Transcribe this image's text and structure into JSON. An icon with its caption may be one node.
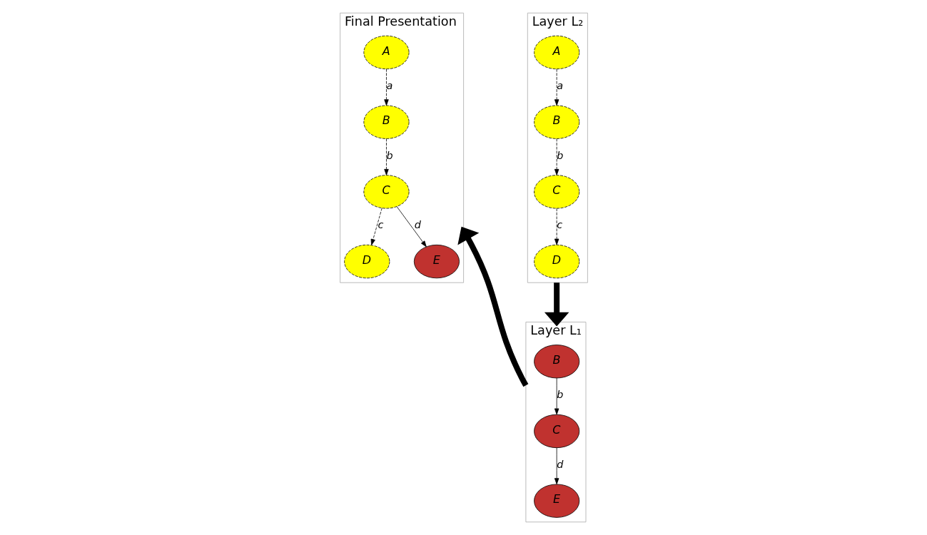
{
  "diagram": {
    "nodes": [
      {
        "text": [
          "Layer L₂"
        ]
      },
      {
        "text": [
          "D"
        ],
        "in": 0
      },
      {
        "text": [
          "A"
        ],
        "in": 0
      },
      {
        "text": [
          "C"
        ],
        "in": 0
      },
      {
        "text": [
          "B"
        ],
        "in": 0
      },
      {
        "text": [
          "Layer L₁"
        ]
      },
      {
        "text": [
          "C"
        ],
        "in": 5
      },
      {
        "text": [
          "B"
        ],
        "in": 5
      },
      {
        "text": [
          "E"
        ],
        "in": 5
      },
      {
        "text": [
          "Final Presentation"
        ]
      },
      {
        "text": [
          "D"
        ],
        "in": 9
      },
      {
        "text": [
          "A"
        ],
        "in": 9
      },
      {
        "text": [
          "C"
        ],
        "in": 9
      },
      {
        "text": [
          "B"
        ],
        "in": 9
      },
      {
        "text": [
          "E"
        ],
        "in": 9
      }
    ],
    "edges": [
      {
        "from": 3,
        "to": 1,
        "arrow": "to",
        "label": "c",
        "style": "dashed"
      },
      {
        "from": 2,
        "to": 4,
        "arrow": "to",
        "label": "a",
        "style": "dashed"
      },
      {
        "from": 4,
        "to": 3,
        "arrow": "to",
        "label": "b",
        "style": "dashed"
      },
      {
        "from": 0,
        "to": 5,
        "arrow": "to",
        "style": "thick"
      },
      {
        "from": 7,
        "to": 6,
        "arrow": "to",
        "label": "b"
      },
      {
        "from": 6,
        "to": 8,
        "arrow": "to",
        "label": "d"
      },
      {
        "from": 5,
        "to": 9,
        "arrow": "to",
        "style": "thick"
      },
      {
        "from": 12,
        "to": 10,
        "arrow": "to",
        "label": "c",
        "style": "dashed"
      },
      {
        "from": 11,
        "to": 13,
        "arrow": "to",
        "label": "a",
        "style": "dashed"
      },
      {
        "from": 13,
        "to": 12,
        "arrow": "to",
        "label": "b",
        "style": "dashed"
      },
      {
        "from": 12,
        "to": 14,
        "arrow": "to",
        "label": "d"
      }
    ]
  }
}
